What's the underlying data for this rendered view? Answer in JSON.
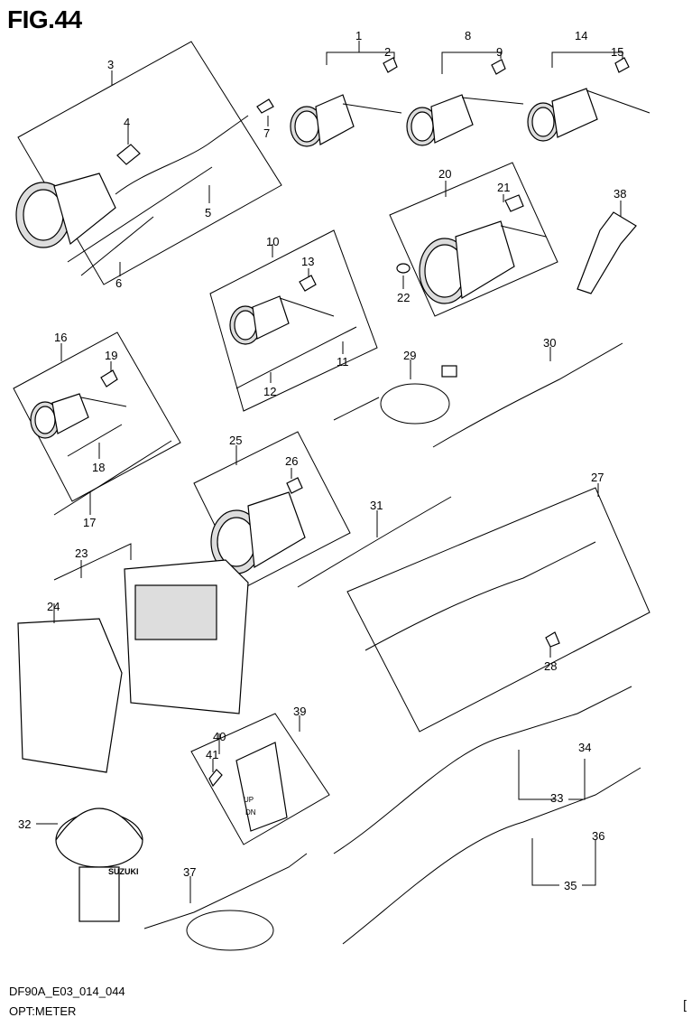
{
  "figure": {
    "title": "FIG.44"
  },
  "footer": {
    "code": "DF90A_E03_014_044",
    "name": "OPT:METER",
    "corner": "["
  },
  "callouts": [
    "1",
    "2",
    "3",
    "4",
    "5",
    "6",
    "7",
    "8",
    "9",
    "10",
    "11",
    "12",
    "13",
    "14",
    "15",
    "16",
    "17",
    "18",
    "19",
    "20",
    "21",
    "22",
    "23",
    "24",
    "25",
    "26",
    "27",
    "28",
    "29",
    "30",
    "31",
    "32",
    "33",
    "34",
    "35",
    "36",
    "37",
    "38",
    "39",
    "40",
    "41"
  ],
  "parts": {
    "switch_labels": [
      "UP",
      "DN"
    ],
    "antenna_brand": "SUZUKI"
  }
}
